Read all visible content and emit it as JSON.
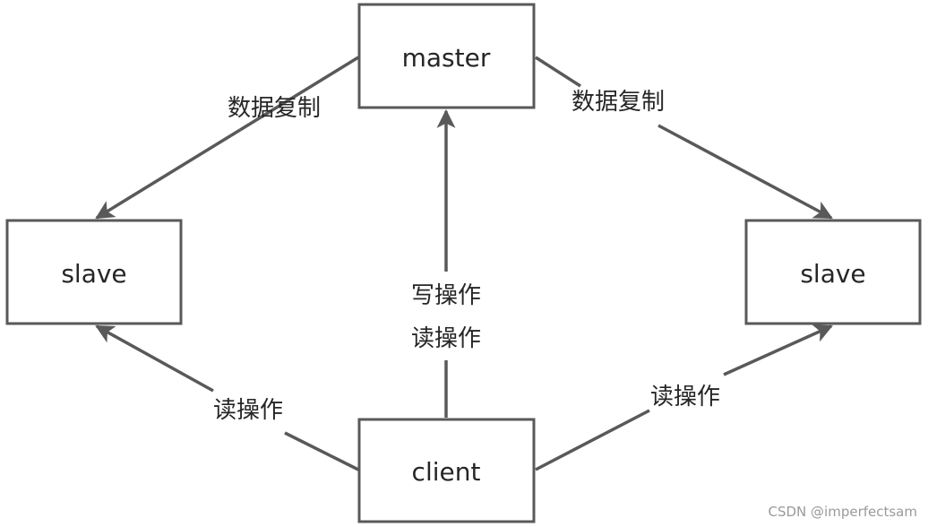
{
  "nodes": {
    "master": "master",
    "slave_left": "slave",
    "slave_right": "slave",
    "client": "client"
  },
  "edges": {
    "master_to_slave_left": "数据复制",
    "master_to_slave_right": "数据复制",
    "client_to_master_line1": "写操作",
    "client_to_master_line2": "读操作",
    "client_to_slave_left": "读操作",
    "client_to_slave_right": "读操作"
  },
  "watermark": "CSDN @imperfectsam",
  "colors": {
    "stroke": "#595959",
    "text": "#262626",
    "background": "#ffffff"
  }
}
